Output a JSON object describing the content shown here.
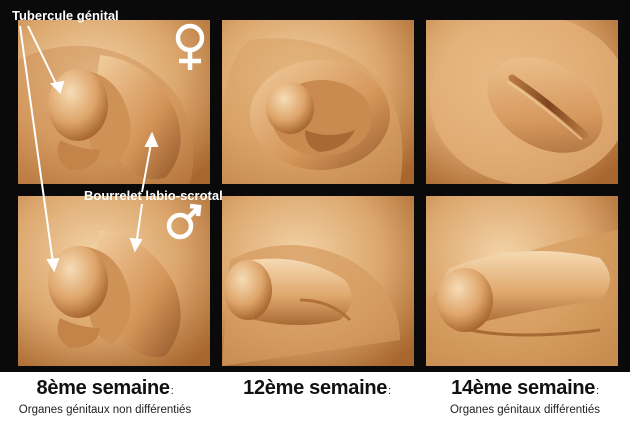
{
  "labels": {
    "tubercule": "Tubercule génital",
    "bourrelet": "Bourrelet labio-scrotal"
  },
  "symbols": {
    "female": "♀",
    "male": "♂"
  },
  "captions": [
    {
      "week": "8ème semaine",
      "sub": "Organes génitaux non différentiés"
    },
    {
      "week": "12ème semaine",
      "sub": ""
    },
    {
      "week": "14ème semaine",
      "sub": "Organes génitaux différentiés"
    }
  ],
  "colors": {
    "background": "#0a0a0a",
    "skin_light": "#f0c996",
    "skin_mid": "#d99e62",
    "skin_dark": "#9c5f2c",
    "annotation": "#ffffff"
  }
}
